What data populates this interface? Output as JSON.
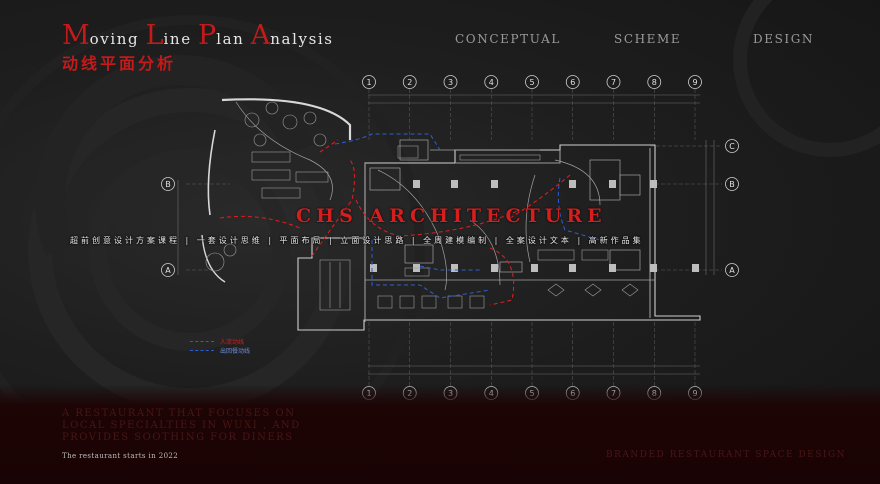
{
  "header": {
    "title_parts": [
      {
        "cap": "M",
        "rest": "oving "
      },
      {
        "cap": "L",
        "rest": "ine "
      },
      {
        "cap": "P",
        "rest": "lan "
      },
      {
        "cap": "A",
        "rest": "nalysis"
      }
    ],
    "subtitle_cn": "动线平面分析"
  },
  "nav": {
    "conceptual": "CONCEPTUAL",
    "scheme": "SCHEME",
    "design": "DESIGN"
  },
  "plan": {
    "grid_numbers": [
      "1",
      "2",
      "3",
      "4",
      "5",
      "6",
      "7",
      "8",
      "9"
    ],
    "grid_letters_right": [
      "C",
      "B",
      "A"
    ],
    "grid_letters_left": [
      "B",
      "A"
    ],
    "legend": [
      {
        "label": "人流动线",
        "color": "#d42020"
      },
      {
        "label": "出回餐动线",
        "color": "#2a5fd6"
      }
    ]
  },
  "watermark": {
    "en": "CHS ARCHITECTURE",
    "cn": "超前创意设计方案课程 | 一套设计思维 | 平面布局 | 立面设计思路 | 全周建模编制 | 全案设计文本 | 高新作品集"
  },
  "footer": {
    "tagline": "A RESTAURANT THAT FOCUSES ON LOCAL SPECIALTIES IN WUXI , AND PROVIDES SOOTHING FOR DINERS",
    "starts": "The restaurant starts in 2022",
    "brand": "BRANDED RESTAURANT SPACE DESIGN"
  },
  "colors": {
    "accent_red": "#c41a1a",
    "background": "#1e1e1e",
    "footer_band": "#1d0405",
    "flow_blue": "#2a5fd6"
  }
}
